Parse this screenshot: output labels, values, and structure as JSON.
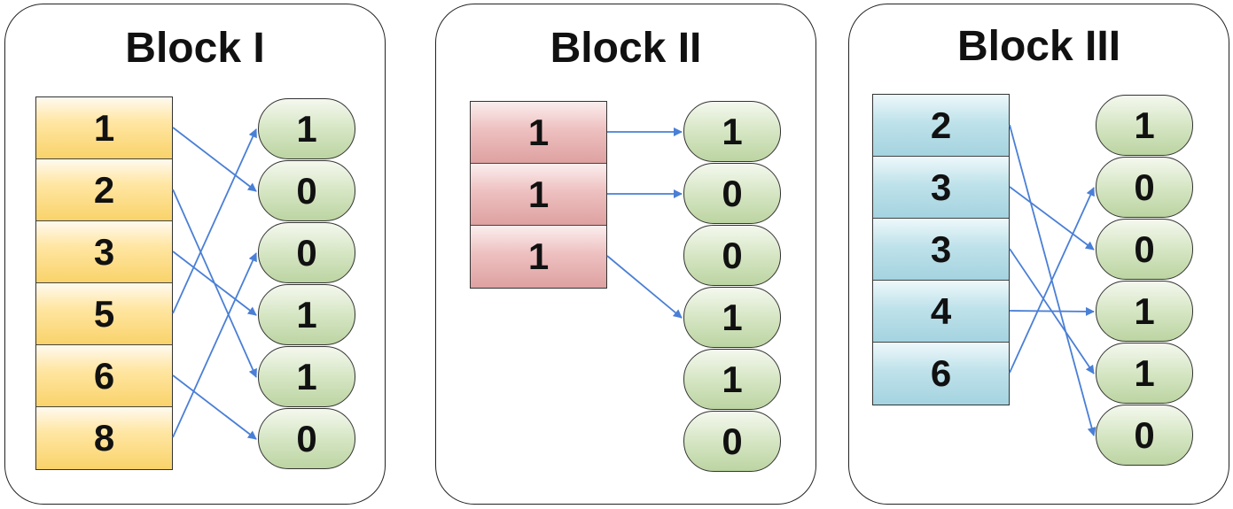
{
  "blocks": [
    {
      "title": "Block I",
      "inputs": [
        "1",
        "2",
        "3",
        "5",
        "6",
        "8"
      ],
      "bits": [
        "1",
        "0",
        "0",
        "1",
        "1",
        "0"
      ],
      "color": "#f9d36a",
      "mapping": [
        1,
        4,
        3,
        0,
        5,
        2
      ]
    },
    {
      "title": "Block II",
      "inputs": [
        "1",
        "1",
        "1"
      ],
      "bits": [
        "1",
        "0",
        "0",
        "1",
        "1",
        "0"
      ],
      "color": "#dea1a1",
      "mapping": [
        0,
        1,
        3
      ]
    },
    {
      "title": "Block III",
      "inputs": [
        "2",
        "3",
        "3",
        "4",
        "6"
      ],
      "bits": [
        "1",
        "0",
        "0",
        "1",
        "1",
        "0"
      ],
      "color": "#a4d3e0",
      "mapping": [
        5,
        2,
        4,
        3,
        1
      ]
    }
  ],
  "arrow_color": "#4a7fd6"
}
